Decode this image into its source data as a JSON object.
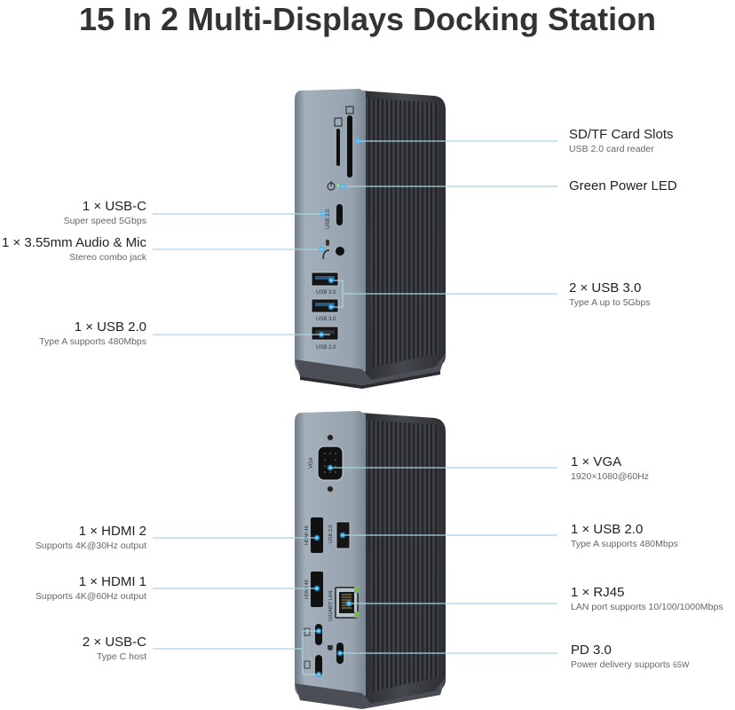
{
  "title": "15 In 2 Multi-Displays Docking Station",
  "top_unit": {
    "left_labels": [
      {
        "main": "1 × USB-C",
        "sub": "Super speed 5Gbps"
      },
      {
        "main": "1 × 3.55mm Audio & Mic",
        "sub": "Stereo combo jack"
      },
      {
        "main": "1 × USB 2.0",
        "sub": "Type A supports 480Mbps"
      }
    ],
    "right_labels": [
      {
        "main": "SD/TF Card Slots",
        "sub": "USB 2.0 card reader"
      },
      {
        "main": "Green Power LED",
        "sub": ""
      },
      {
        "main": "2 × USB 3.0",
        "sub": "Type A up to 5Gbps"
      }
    ],
    "port_text": {
      "usbc": "USB 3.0",
      "usba1": "USB 3.0",
      "usba2": "USB 3.0",
      "usba3": "USB 2.0"
    }
  },
  "bottom_unit": {
    "left_labels": [
      {
        "main": "1 × HDMI 2",
        "sub": "Supports 4K@30Hz output"
      },
      {
        "main": "1 × HDMI 1",
        "sub": "Supports 4K@60Hz output"
      },
      {
        "main": "2 × USB-C",
        "sub": "Type C host"
      }
    ],
    "right_labels": [
      {
        "main": "1 × VGA",
        "sub": "1920×1080@60Hz"
      },
      {
        "main": "1 × USB 2.0",
        "sub": "Type A supports 480Mbps"
      },
      {
        "main": "1 × RJ45",
        "sub": "LAN port supports 10/100/1000Mbps"
      },
      {
        "main": "PD 3.0",
        "sub": "Power delivery supports",
        "sub_small": "65W"
      }
    ],
    "port_text": {
      "vga": "VGA",
      "hdmi2": "HDMI 4K",
      "hdmi1": "HDMI 4K",
      "usb2": "USB 2.0",
      "lan": "GIGABIT LAN"
    }
  },
  "colors": {
    "leader_line": "#a9d4e0",
    "port_glow": "#3fb8ff",
    "panel": "#8e9aa6",
    "heatsink": "#3a3d42"
  }
}
